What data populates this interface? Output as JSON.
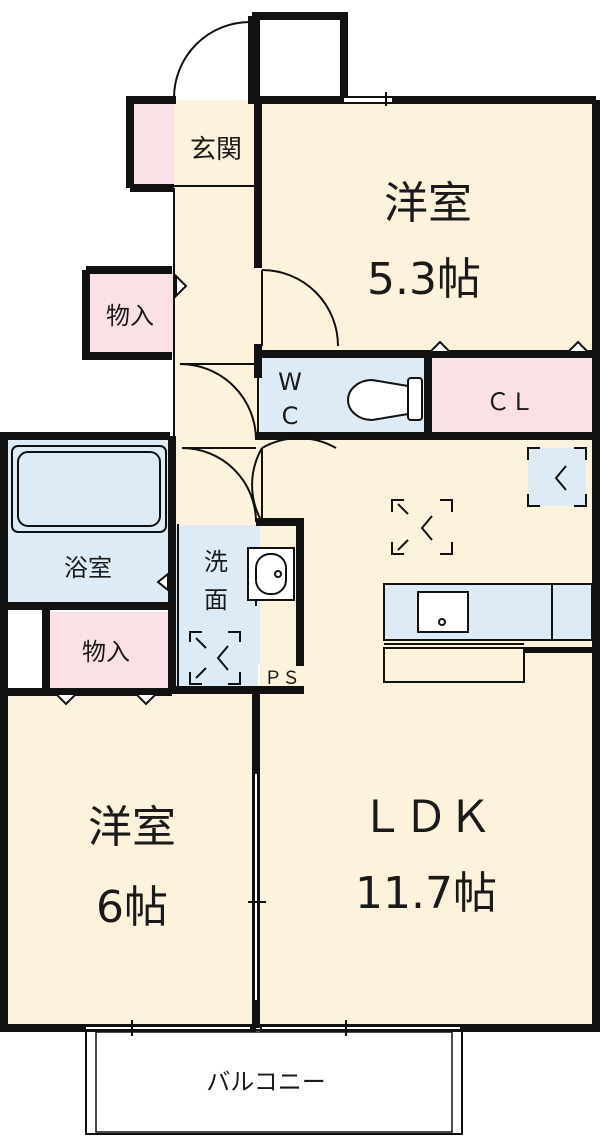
{
  "rooms": {
    "western_room_north": {
      "name": "洋室",
      "size": "5.3帖"
    },
    "western_room_south": {
      "name": "洋室",
      "size": "6帖"
    },
    "ldk": {
      "name": "ＬＤＫ",
      "size": "11.7帖"
    },
    "entrance": "玄関",
    "storage_hall": "物入",
    "storage_south": "物入",
    "wc_line1": "W",
    "wc_line2": "C",
    "closet": "ＣＬ",
    "bathroom": "浴室",
    "washroom_line1": "洗",
    "washroom_line2": "面",
    "pipe_space": "ＰＳ",
    "balcony": "バルコニー"
  },
  "colors": {
    "living": "#fdf3dc",
    "wet": "#dcebf6",
    "storage": "#fbe1e6",
    "wall": "#111111",
    "background": "#ffffff"
  }
}
